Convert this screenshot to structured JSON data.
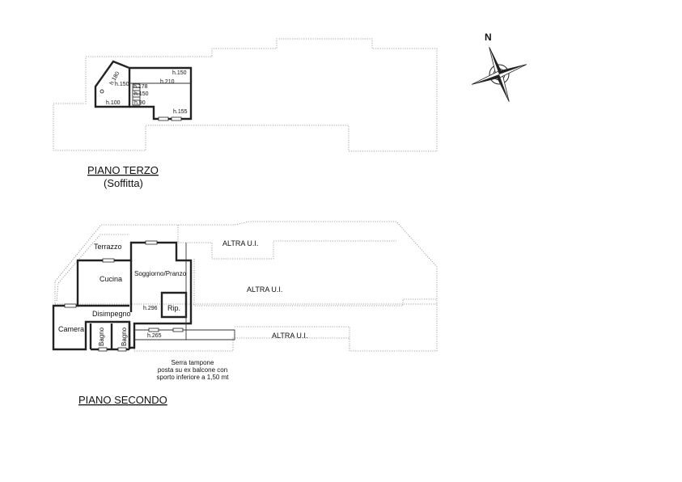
{
  "floors": {
    "third": {
      "title": "PIANO TERZO",
      "subtitle": "(Soffitta)",
      "heights": {
        "h1": "h.150",
        "h2": "h.210",
        "h3": "h.180",
        "h4": "h.150",
        "h5": "h.178",
        "h6": "h.150",
        "h7": "h.100",
        "h8": "h.90",
        "h9": "h.155"
      }
    },
    "second": {
      "title": "PIANO SECONDO",
      "rooms": {
        "terrazzo": "Terrazzo",
        "cucina": "Cucina",
        "soggiorno": "Soggiorno/Pranzo",
        "rip": "Rip.",
        "disimpegno": "Disimpegno",
        "camera": "Camera",
        "bagno1": "Bagno",
        "bagno2": "Bagno"
      },
      "heights": {
        "h296": "h.296",
        "h265": "h.265"
      },
      "others": {
        "a1": "ALTRA U.I.",
        "a2": "ALTRA U.I.",
        "a3": "ALTRA U.I."
      },
      "note": {
        "line1": "Serra tampone",
        "line2": "posta su ex balcone con",
        "line3": "sporto inferiore a 1,50 mt"
      }
    }
  },
  "compass": {
    "label": "N",
    "icon": "compass-rose-icon"
  }
}
